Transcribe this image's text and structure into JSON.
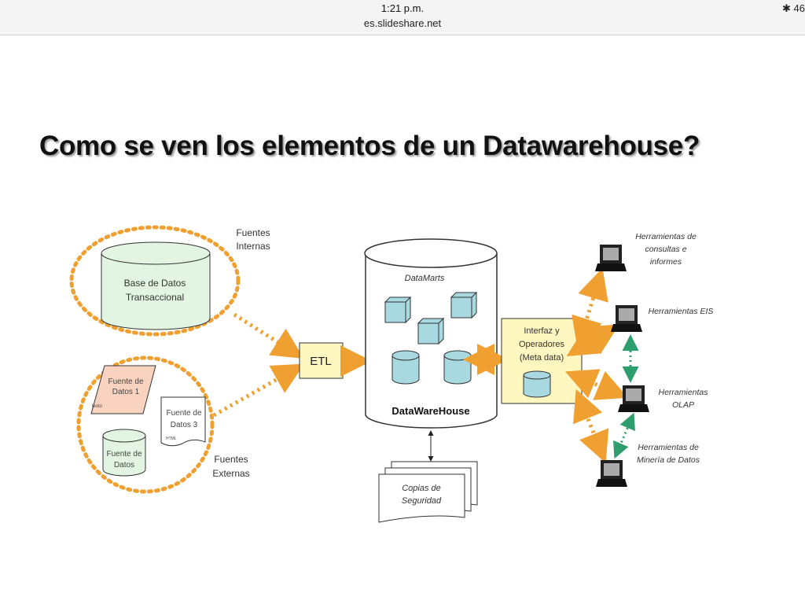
{
  "status_bar": {
    "left": "",
    "time": "1:21 p.m.",
    "url": "es.slideshare.net",
    "right": "46"
  },
  "slide": {
    "title": "Como se ven los elementos de un Datawarehouse?",
    "fuentes_internas": [
      "Fuentes",
      "Internas"
    ],
    "base_datos": [
      "Base de Datos",
      "Transaccional"
    ],
    "fuentes_externas": [
      "Fuentes",
      "Externas"
    ],
    "fuente1": [
      "Fuente de",
      "Datos 1"
    ],
    "fuente1_small": "texto",
    "fuente3": [
      "Fuente de",
      "Datos 3"
    ],
    "fuente3_small": "HTML",
    "fuente2": [
      "Fuente de",
      "Datos"
    ],
    "etl": "ETL",
    "datamarts": "DataMarts",
    "datawarehouse": "DataWareHouse",
    "copias": [
      "Copias de",
      "Seguridad"
    ],
    "interfaz": [
      "Interfaz y",
      "Operadores",
      "(Meta data)"
    ],
    "tools": {
      "consultas": [
        "Herramientas de",
        "consultas e",
        "informes"
      ],
      "eis": [
        "Herramientas EIS"
      ],
      "olap": [
        "Herramientas",
        "OLAP"
      ],
      "mineria": [
        "Herramientas de",
        "Minería de Datos"
      ]
    }
  },
  "colors": {
    "orange": "#F0A030",
    "green": "#2E9E6E",
    "cyl_green": "#E2F5E2",
    "cube": "#A8D8E0",
    "etl": "#FFF6C0",
    "salmon": "#F9D3C0"
  }
}
